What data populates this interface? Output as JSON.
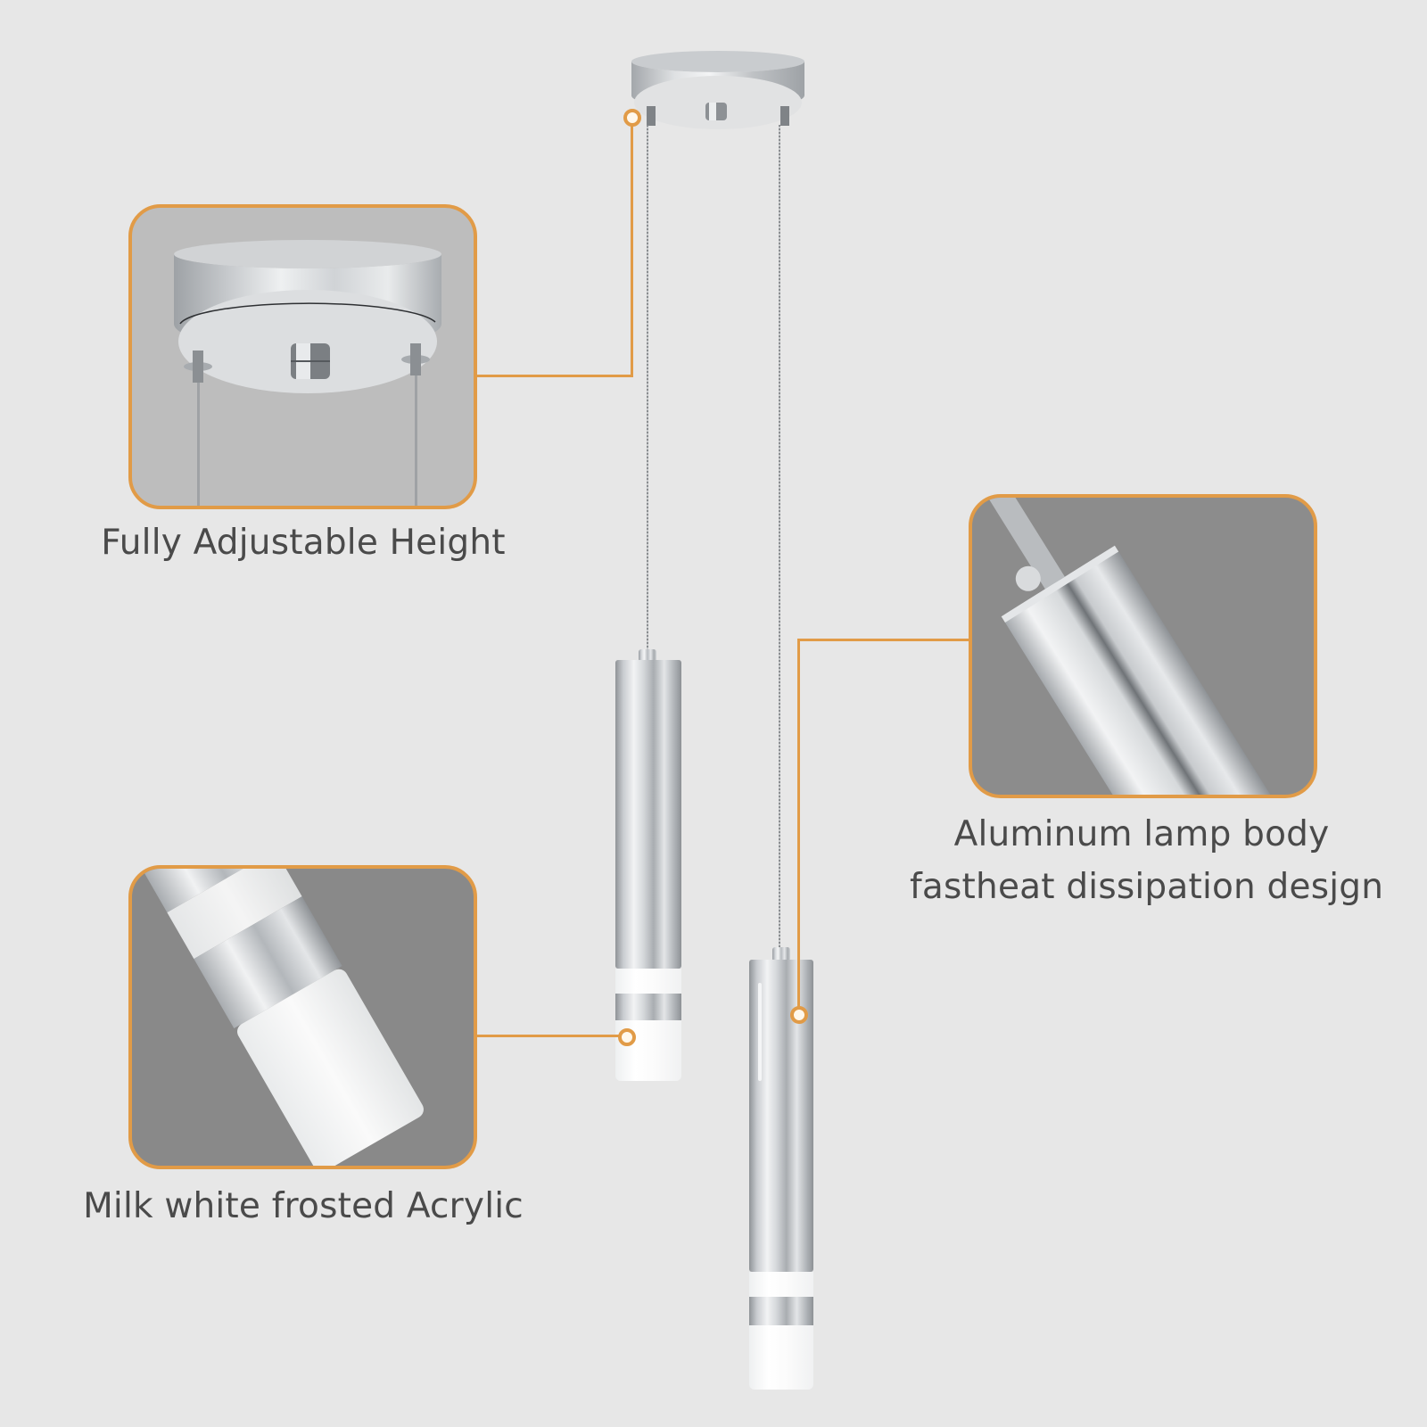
{
  "colors": {
    "background": "#e7e7e7",
    "accent_orange": "#e19b47",
    "caption_text": "#4a4a4a",
    "panel_light_bg": "#bdbdbd",
    "panel_dark_bg": "#8a8a8a"
  },
  "product": {
    "type": "pendant-light",
    "canopy": "round-chrome-canopy",
    "pendants": [
      {
        "name": "short-pendant",
        "finish": "chrome",
        "diffuser": "frosted-acrylic"
      },
      {
        "name": "long-pendant",
        "finish": "chrome",
        "diffuser": "frosted-acrylic"
      }
    ]
  },
  "callouts": [
    {
      "id": "height",
      "caption": "Fully Adjustable Height",
      "detail_icon": "canopy-detail"
    },
    {
      "id": "body",
      "caption_line1": "Aluminum lamp body",
      "caption_line2": "fastheat dissipation desjgn",
      "detail_icon": "lamp-body-detail"
    },
    {
      "id": "acrylic",
      "caption": "Milk white frosted Acrylic",
      "detail_icon": "acrylic-diffuser-detail"
    }
  ]
}
